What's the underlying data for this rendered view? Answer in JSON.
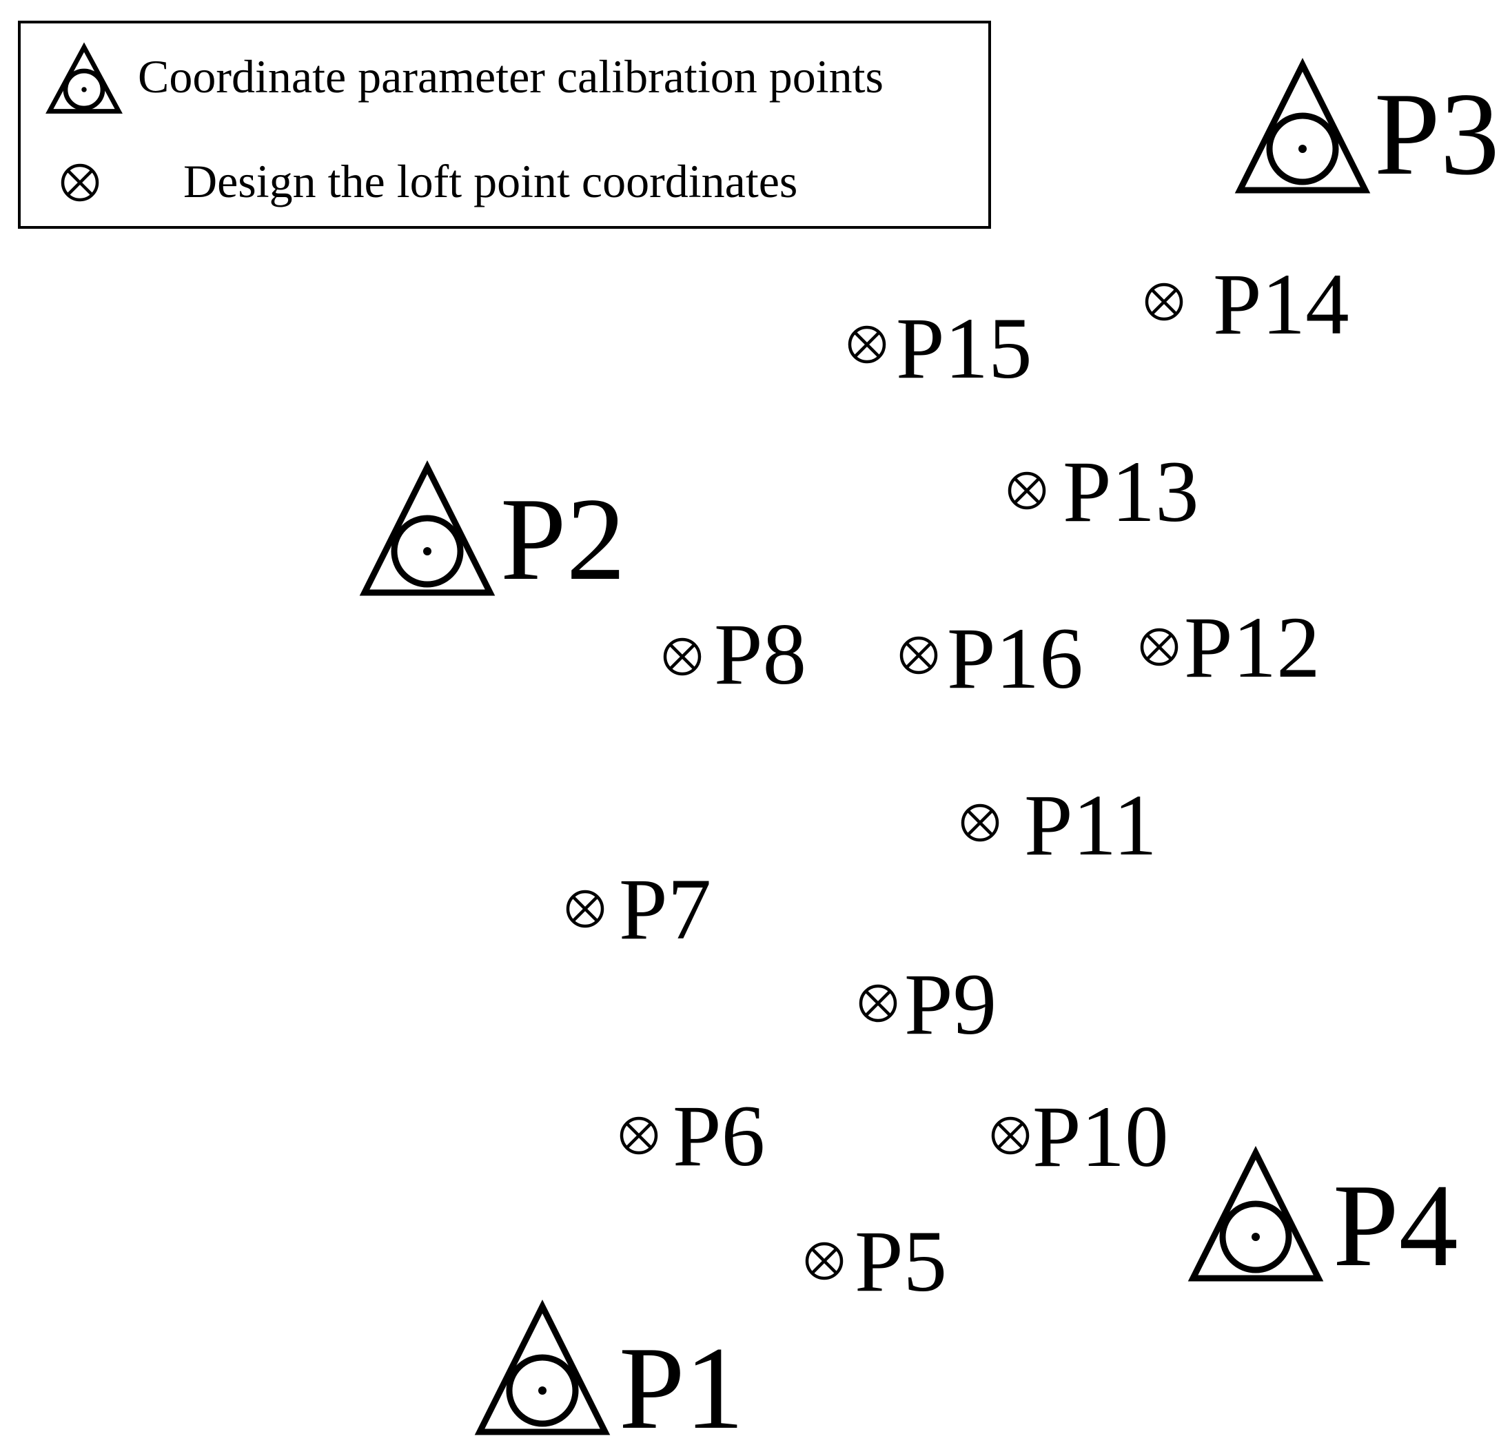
{
  "legend": {
    "calibration_label": "Coordinate parameter calibration points",
    "loft_label": "Design the loft point coordinates",
    "calibration_icon": "triangle-circle-dot-icon",
    "loft_icon": "circle-cross-icon"
  },
  "calibration_points": [
    {
      "label": "P1"
    },
    {
      "label": "P2"
    },
    {
      "label": "P3"
    },
    {
      "label": "P4"
    }
  ],
  "loft_points": [
    {
      "label": "P5"
    },
    {
      "label": "P6"
    },
    {
      "label": "P7"
    },
    {
      "label": "P8"
    },
    {
      "label": "P9"
    },
    {
      "label": "P10"
    },
    {
      "label": "P11"
    },
    {
      "label": "P12"
    },
    {
      "label": "P13"
    },
    {
      "label": "P14"
    },
    {
      "label": "P15"
    },
    {
      "label": "P16"
    }
  ],
  "colors": {
    "stroke": "#000000",
    "background": "#ffffff"
  }
}
